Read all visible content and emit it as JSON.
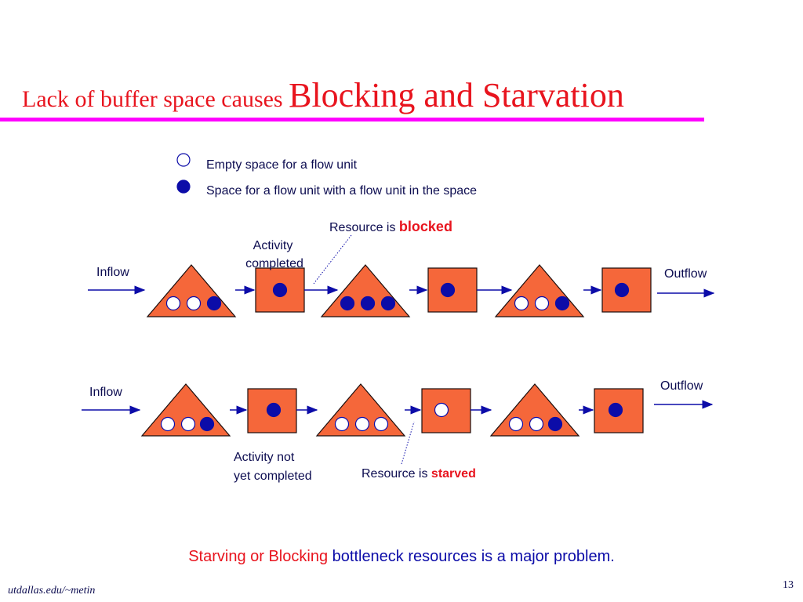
{
  "slide": {
    "title_part1": "Lack of buffer space causes ",
    "title_part2": "Blocking and Starvation",
    "page_number": "13",
    "footer_source": "utdallas.edu/~metin",
    "accent_color": "#ff00ff"
  },
  "legend": {
    "empty_label": "Empty space for a flow unit",
    "full_label": "Space for a flow unit with a flow unit in the space"
  },
  "row1": {
    "inflow_label": "Inflow",
    "outflow_label": "Outflow",
    "activity_label_line1": "Activity",
    "activity_label_line2": "completed",
    "status_prefix": "Resource is ",
    "status_word": "blocked",
    "buffers": [
      [
        "empty",
        "empty",
        "full"
      ],
      [
        "full",
        "full",
        "full"
      ],
      [
        "empty",
        "empty",
        "full"
      ]
    ],
    "resources": [
      "full",
      "full",
      "full"
    ]
  },
  "row2": {
    "inflow_label": "Inflow",
    "outflow_label": "Outflow",
    "activity_label_line1": "Activity not",
    "activity_label_line2": "yet completed",
    "status_prefix": "Resource is ",
    "status_word": "starved",
    "buffers": [
      [
        "empty",
        "empty",
        "full"
      ],
      [
        "empty",
        "empty",
        "empty"
      ],
      [
        "empty",
        "empty",
        "full"
      ]
    ],
    "resources": [
      "full",
      "empty",
      "full"
    ]
  },
  "bottom_note": {
    "red_part": "Starving or Blocking",
    "blue_part": " bottleneck resources is a major problem."
  }
}
